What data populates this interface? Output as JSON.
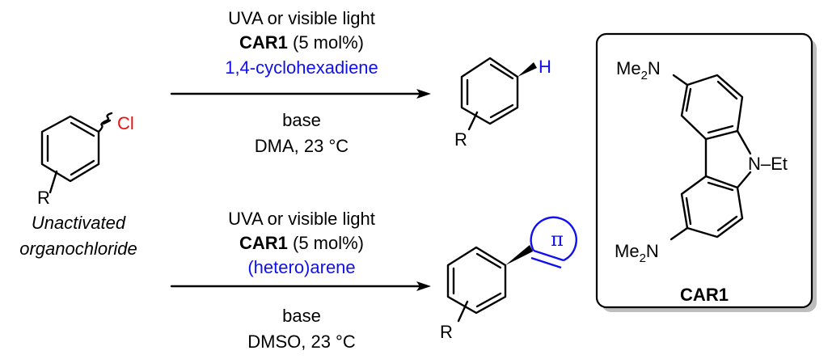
{
  "colors": {
    "highlight_blue": "#1010ee",
    "chlorine_red": "#ee1010"
  },
  "reactant": {
    "substituent": "R",
    "halogen": "Cl",
    "label_line1": "Unactivated",
    "label_line2": "organochloride"
  },
  "top_reaction": {
    "above": [
      "UVA or visible light",
      "(5 mol%)",
      "1,4-cyclohexadiene"
    ],
    "catalyst": "CAR1",
    "below": [
      "base",
      "DMA, 23 °C"
    ],
    "product": {
      "substituent": "R",
      "atom": "H"
    }
  },
  "bottom_reaction": {
    "above": [
      "UVA or visible light",
      "(5 mol%)",
      "(hetero)arene"
    ],
    "catalyst": "CAR1",
    "below": [
      "base",
      "DMSO, 23 °C"
    ],
    "product": {
      "substituent": "R",
      "ring_label": "π"
    }
  },
  "catalyst_box": {
    "top_group": "Me",
    "bottom_group": "Me",
    "sub": "2",
    "n": "N",
    "n_substituent": "N–Et",
    "name": "CAR1"
  }
}
